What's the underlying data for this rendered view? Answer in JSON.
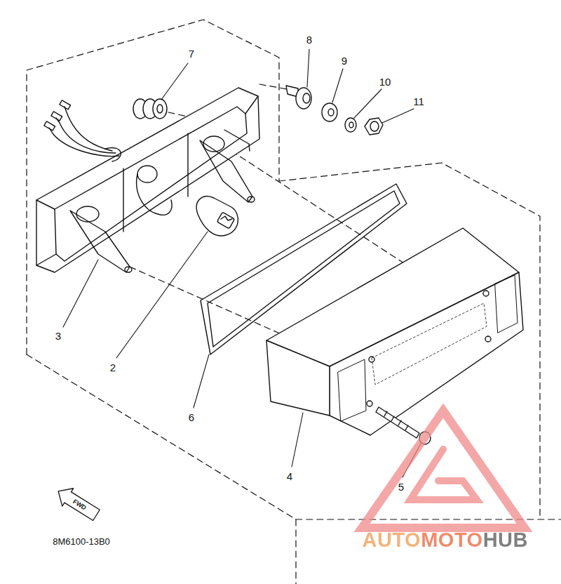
{
  "diagram": {
    "labels": [
      "7",
      "8",
      "9",
      "10",
      "11",
      "3",
      "2",
      "6",
      "4",
      "5",
      "FWD",
      "8M6100-13B0",
      "AUTOMOTOHUB"
    ]
  }
}
